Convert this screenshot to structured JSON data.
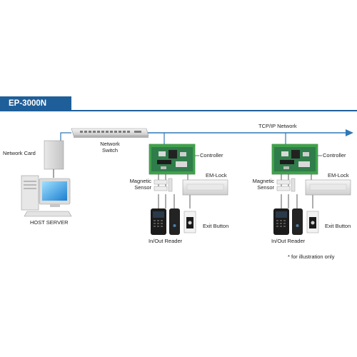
{
  "title": "EP-3000N",
  "network_label": "TCP/IP Network",
  "network_card_label": "Network Card",
  "host_server_label": "HOST SERVER",
  "switch_label_line1": "Network",
  "switch_label_line2": "Switch",
  "nodes": [
    {
      "controller_label": "Controller",
      "emlock_label": "EM-Lock",
      "magnetic_line1": "Magnetic",
      "magnetic_line2": "Sensor",
      "exit_button_label": "Exit Button",
      "reader_label": "In/Out Reader"
    },
    {
      "controller_label": "Controller",
      "emlock_label": "EM-Lock",
      "magnetic_line1": "Magnetic",
      "magnetic_line2": "Sensor",
      "exit_button_label": "Exit Button",
      "reader_label": "In/Out Reader"
    }
  ],
  "footnote": "* for illustration only",
  "colors": {
    "brand_blue": "#1e5f99",
    "network_line": "#2f78b7",
    "board_green": "#2f7d4a",
    "terminal_green": "#3fa14a",
    "wire": "#4a4a4a"
  }
}
